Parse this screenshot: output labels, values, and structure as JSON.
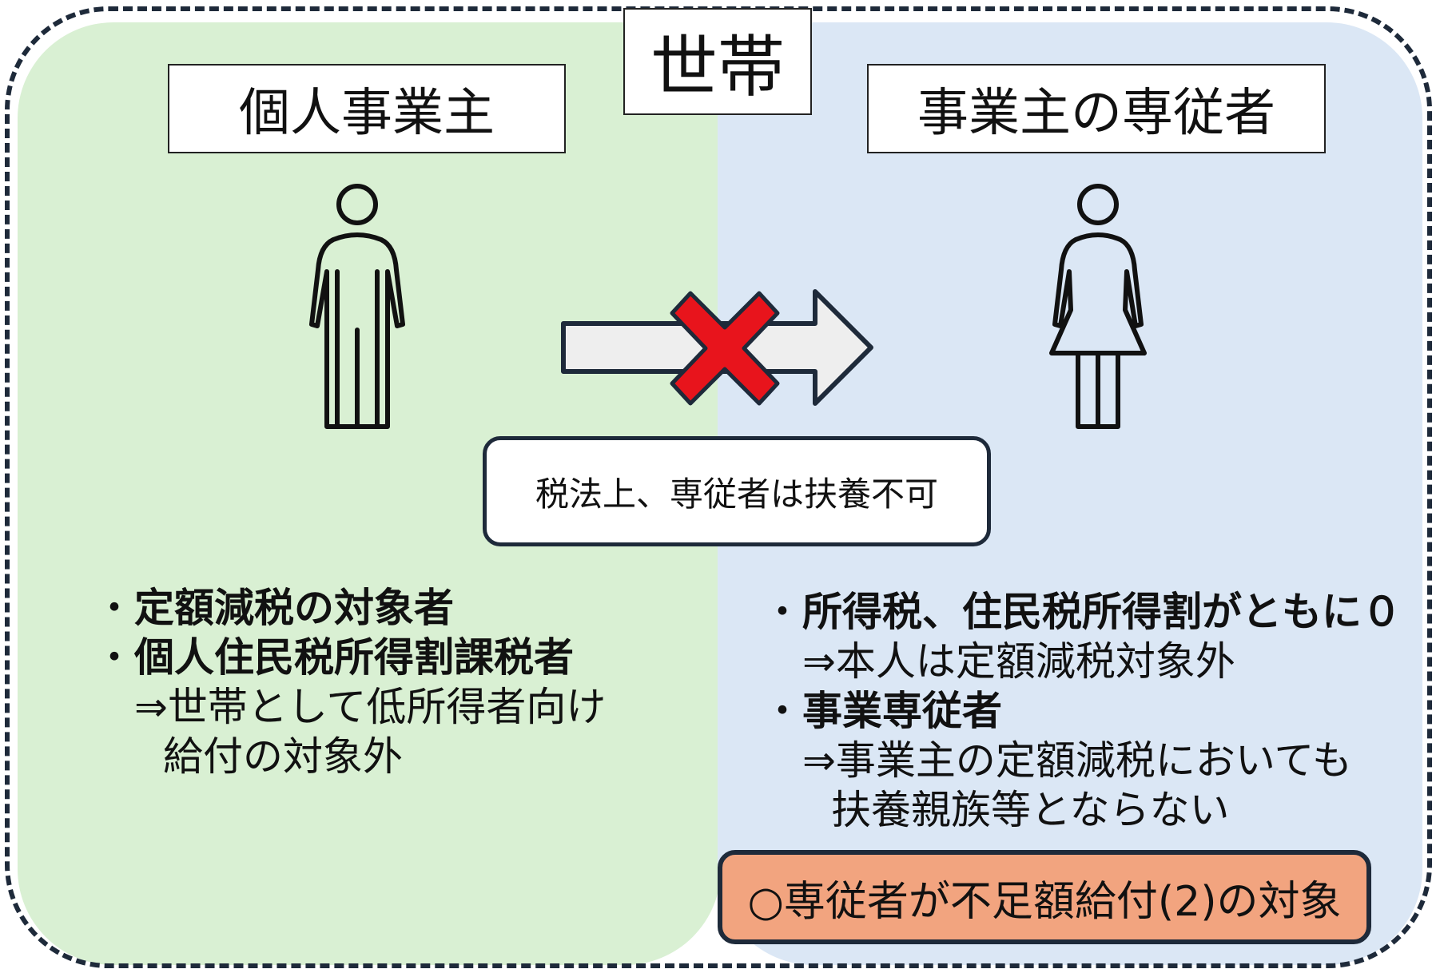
{
  "household_label": "世帯",
  "left": {
    "title": "個人事業主",
    "bullets": [
      {
        "marker": "・",
        "text": "定額減税の対象者"
      },
      {
        "marker": "・",
        "text": "個人住民税所得割課税者"
      }
    ],
    "sub_lines": [
      "⇒世帯として低所得者向け",
      "給付の対象外"
    ]
  },
  "right": {
    "title": "事業主の専従者",
    "bullet1": {
      "marker": "・",
      "text": "所得税、住民税所得割がともに０"
    },
    "bullet1_sub": "⇒本人は定額減税対象外",
    "bullet2": {
      "marker": "・",
      "text": "事業専従者"
    },
    "bullet2_sub": [
      "⇒事業主の定額減税においても",
      "扶養親族等とならない"
    ],
    "callout": "○専従者が不足額給付(2)の対象"
  },
  "relation_note": "税法上、専従者は扶養不可",
  "colors": {
    "left_panel": "#d9f0d3",
    "right_panel": "#dbe7f5",
    "arrow_fill": "#eeeeee",
    "cross": "#e8141c",
    "callout_fill": "#f2a47f",
    "outline": "#1e2a3a"
  },
  "icons": [
    "man-icon",
    "woman-icon",
    "arrow-right-icon",
    "cross-icon"
  ]
}
